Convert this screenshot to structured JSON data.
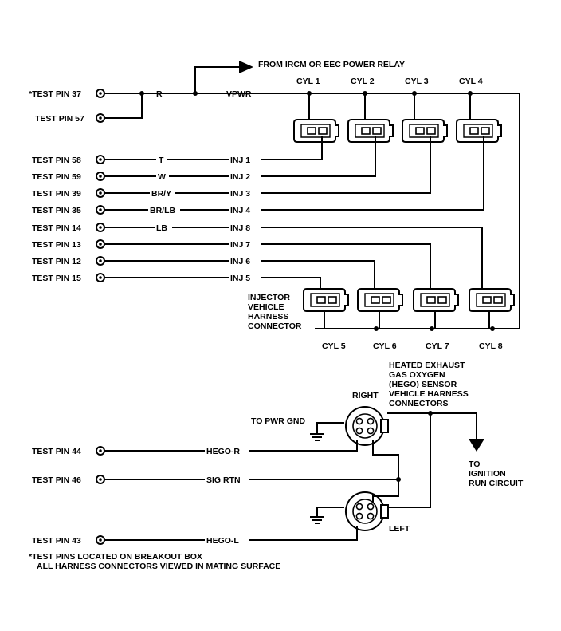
{
  "header": {
    "power_source": "FROM IRCM OR EEC POWER RELAY"
  },
  "test_pins": {
    "p37": "*TEST PIN 37",
    "p57": "TEST PIN 57",
    "p58": "TEST PIN 58",
    "p59": "TEST PIN 59",
    "p39": "TEST PIN 39",
    "p35": "TEST PIN 35",
    "p14": "TEST PIN 14",
    "p13": "TEST PIN 13",
    "p12": "TEST PIN 12",
    "p15": "TEST PIN 15",
    "p44": "TEST PIN 44",
    "p46": "TEST PIN 46",
    "p43": "TEST PIN 43"
  },
  "wire_colors": {
    "r": "R",
    "t": "T",
    "w": "W",
    "bry": "BR/Y",
    "brlb": "BR/LB",
    "lb": "LB"
  },
  "circuits": {
    "vpwr": "VPWR",
    "inj1": "INJ 1",
    "inj2": "INJ 2",
    "inj3": "INJ 3",
    "inj4": "INJ 4",
    "inj8": "INJ 8",
    "inj7": "INJ 7",
    "inj6": "INJ 6",
    "inj5": "INJ 5",
    "hego_r": "HEGO-R",
    "sig_rtn": "SIG RTN",
    "hego_l": "HEGO-L"
  },
  "cylinders": {
    "cyl1": "CYL 1",
    "cyl2": "CYL 2",
    "cyl3": "CYL 3",
    "cyl4": "CYL 4",
    "cyl5": "CYL 5",
    "cyl6": "CYL 6",
    "cyl7": "CYL 7",
    "cyl8": "CYL 8"
  },
  "labels": {
    "injector_connector": [
      "INJECTOR",
      "VEHICLE",
      "HARNESS",
      "CONNECTOR"
    ],
    "hego_connectors": [
      "HEATED EXHAUST",
      "GAS OXYGEN",
      "(HEGO) SENSOR",
      "VEHICLE HARNESS",
      "CONNECTORS"
    ],
    "right": "RIGHT",
    "left": "LEFT",
    "to_pwr_gnd": "TO PWR GND",
    "to_ignition": [
      "TO",
      "IGNITION",
      "RUN CIRCUIT"
    ]
  },
  "footnotes": {
    "line1": "*TEST PINS LOCATED ON BREAKOUT BOX",
    "line2": "ALL HARNESS CONNECTORS VIEWED IN MATING SURFACE"
  }
}
